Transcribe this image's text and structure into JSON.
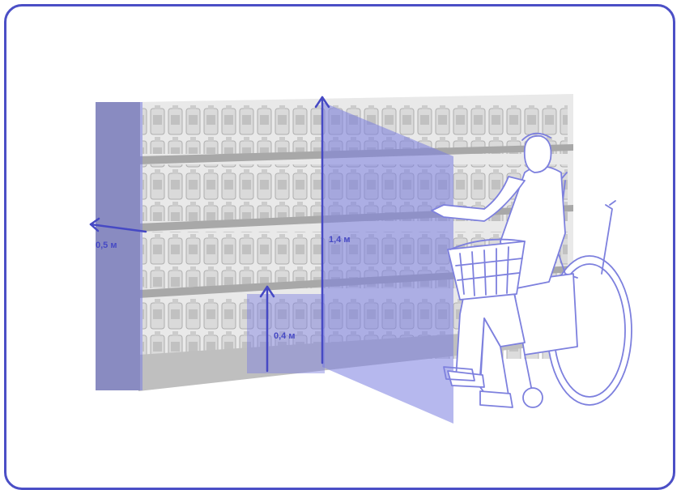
{
  "colors": {
    "frame": "#4b4fc6",
    "accent": "#4649c4",
    "zone_fill": "#7a7de0",
    "outline": "#7d80de"
  },
  "measurements": {
    "depth": "0,5 м",
    "top_reach": "1,4 м",
    "bottom_reach": "0,4 м"
  },
  "scene": {
    "shelf_rows": 4,
    "figure": "wheelchair-user-with-basket-icon"
  }
}
